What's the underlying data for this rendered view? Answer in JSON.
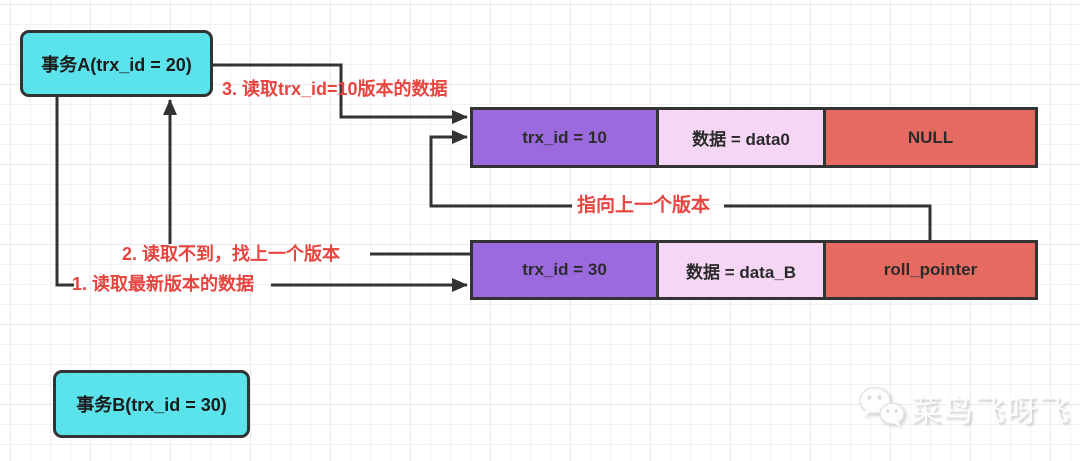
{
  "colors": {
    "line": "#333333",
    "transaction_box": "#5BE3EC",
    "cell_trx": "#9C6ADF",
    "cell_data": "#F5D7F5",
    "cell_pointer": "#E56B62",
    "annotation": "#E7453F"
  },
  "transactions": [
    {
      "label": "事务A(trx_id = 20)"
    },
    {
      "label": "事务B(trx_id = 30)"
    }
  ],
  "version_chain": [
    {
      "trx_id": "trx_id = 10",
      "data": "数据 = data0",
      "roll_pointer": "NULL"
    },
    {
      "trx_id": "trx_id = 30",
      "data": "数据 = data_B",
      "roll_pointer": "roll_pointer"
    }
  ],
  "annotations": {
    "step1": "1. 读取最新版本的数据",
    "step2": "2. 读取不到，找上一个版本",
    "step3": "3. 读取trx_id=10版本的数据",
    "pointer": "指向上一个版本"
  },
  "watermark": {
    "text": "菜鸟飞呀飞",
    "icon": "wechat-logo-icon"
  }
}
